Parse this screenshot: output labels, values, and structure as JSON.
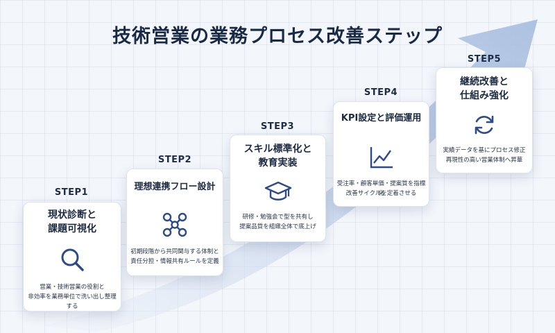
{
  "title": "技術営業の業務プロセス改善ステップ",
  "colors": {
    "accent": "#2d4a8a",
    "arrow": "#b8c8e4",
    "text": "#1d2a42"
  },
  "steps": [
    {
      "label": "STEP1",
      "title": [
        "現状診断と",
        "課題可視化"
      ],
      "icon": "search-icon",
      "desc": [
        "営業・技術営業の役割と",
        "非効率を業務単位で洗い出し整理する"
      ]
    },
    {
      "label": "STEP2",
      "title": [
        "理想連携フロー設計"
      ],
      "icon": "network-icon",
      "desc": [
        "初期段階から共同関与する体制と",
        "責任分担・情報共有ルールを定義"
      ]
    },
    {
      "label": "STEP3",
      "title": [
        "スキル標準化と",
        "教育実装"
      ],
      "icon": "graduation-cap-icon",
      "desc": [
        "研修・勉強会で型を共有し",
        "提案品質を組織全体で底上げ"
      ]
    },
    {
      "label": "STEP4",
      "title": [
        "KPI設定と評価運用"
      ],
      "icon": "line-chart-icon",
      "desc": [
        "受注率・顧客単価・提案質を指標化",
        "改善サイクルを定着させる"
      ]
    },
    {
      "label": "STEP5",
      "title": [
        "継続改善と",
        "仕組み強化"
      ],
      "icon": "refresh-icon",
      "desc": [
        "実績データを基にプロセス修正",
        "再現性の高い営業体制へ昇華"
      ]
    }
  ]
}
